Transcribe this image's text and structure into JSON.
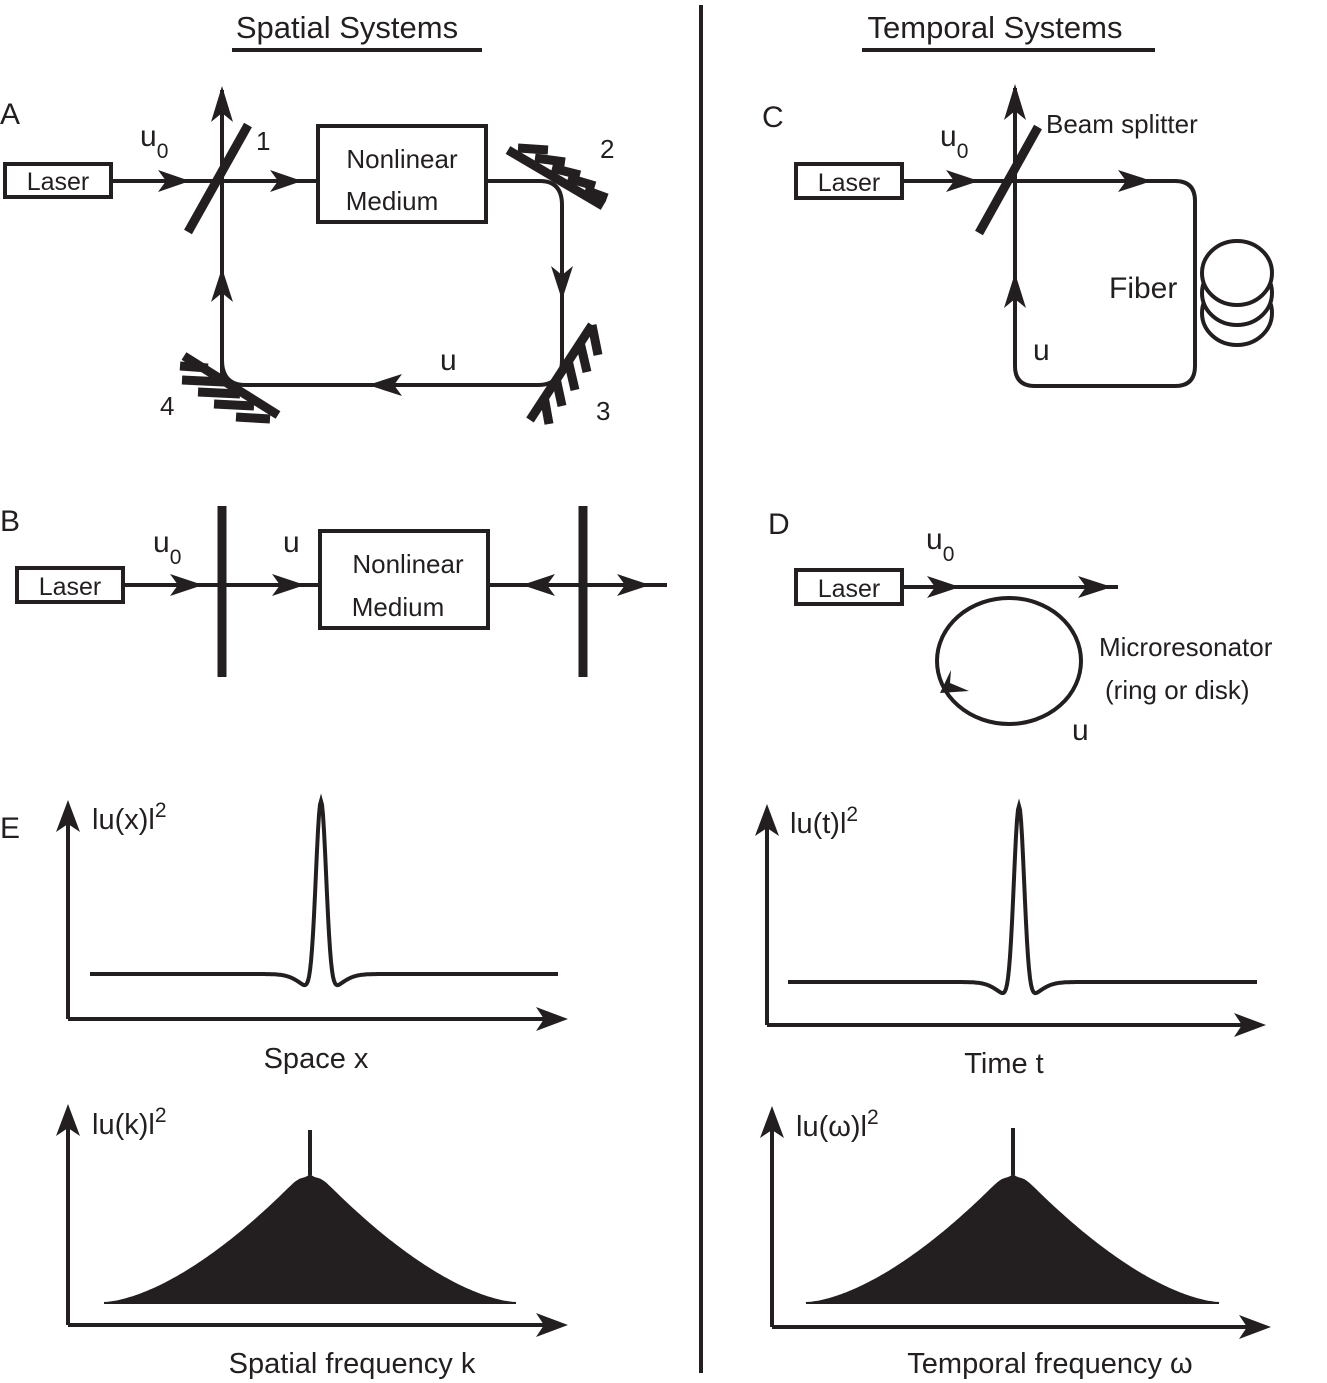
{
  "headings": {
    "spatial": "Spatial Systems",
    "temporal": "Temporal Systems"
  },
  "panel_letters": {
    "a": "A",
    "b": "B",
    "c": "C",
    "d": "D",
    "e": "E"
  },
  "panel_a": {
    "laser": "Laser",
    "input_field": "u",
    "input_sub": "0",
    "medium_line1": "Nonlinear",
    "medium_line2": "Medium",
    "mirror_1": "1",
    "mirror_2": "2",
    "mirror_3": "3",
    "mirror_4": "4",
    "cavity_field": "u"
  },
  "panel_b": {
    "laser": "Laser",
    "input_field": "u",
    "input_sub": "0",
    "cavity_field": "u",
    "medium_line1": "Nonlinear",
    "medium_line2": "Medium"
  },
  "panel_c": {
    "laser": "Laser",
    "input_field": "u",
    "input_sub": "0",
    "beam_splitter": "Beam splitter",
    "fiber": "Fiber",
    "cavity_field": "u"
  },
  "panel_d": {
    "laser": "Laser",
    "input_field": "u",
    "input_sub": "0",
    "resonator_line1": "Microresonator",
    "resonator_line2": "(ring or disk)",
    "cavity_field": "u"
  },
  "plots": {
    "space_ylabel": "lu(x)l",
    "space_xlabel": "Space x",
    "time_ylabel": "lu(t)l",
    "time_xlabel": "Time t",
    "kspec_ylabel": "lu(k)l",
    "kspec_xlabel": "Spatial frequency k",
    "wspec_ylabel": "lu(ω)l",
    "wspec_xlabel": "Temporal frequency ω",
    "power_sup": "2"
  }
}
